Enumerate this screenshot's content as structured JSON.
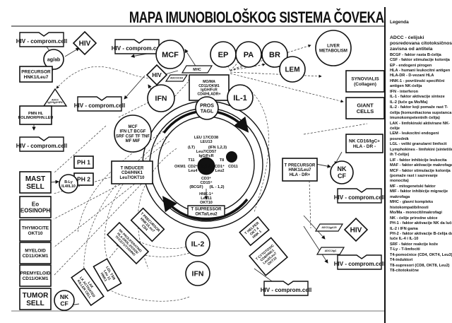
{
  "title": "MAPA IMUNOBIOLOŠKOG SISTEMA ČOVEKA",
  "legend": {
    "title": "Legenda",
    "items": [
      "ADCC - ćelijski posredovana citotoksičnost zavisna od antitela",
      "BCGF - faktor rasta B-ćelija",
      "CSF - faktor stimulacije kolonija",
      "EP - endogeni pirogen",
      "HLA - humani leukocitni antigen",
      "HLA-DR - D-vezani HLA",
      "HNK-1 - površinski specifični antigen NK-ćelija",
      "IFN - interferon",
      "IL-1 - faktor aktivacije sinteze",
      "IL-2 (luče ga Mo/Ma)",
      "IL-2 - faktor koji pomaže rast T-ćelija (komunikaciona supstanca imunokompetentnih ćelija)",
      "LAK - limfokinski aktivirane NK-ćelije",
      "LEM - leukocitni endogeni posrednik",
      "LGL - veliki granularni limfocit",
      "Lymphokines - limfokini (sintetišu ih T-ćelije)",
      "LIF - faktor inhibicije leukocita",
      "MAF - faktor aktivacije makrofaga",
      "MCF - faktor stimulacije kolonija (pomaže rast i sazrevanje monocita)",
      "MF - mitogenetski faktor",
      "MIF - faktor inhibicije migracije makrofaga",
      "MHC - glavni kompleks histokompatibilnosti",
      "Mo/Ma - monociti/makrofagi",
      "NK - ćelije prirodne ubice",
      "PH-1 - faktor aktivacije NK da luče IL-2 i IFN gama",
      "PH-2 - faktor aktivacije B-ćelija da luče IL-4 i IL-10",
      "SRF - faktor reakcije kože",
      "T-Ly - T-limfociti",
      "T4-pomoćnice (CD4, OKT4, Leu3)",
      "T4-induktori",
      "T8-supresori (CD8, OKT8, Leu2)",
      "T8-citotoksične"
    ]
  },
  "nodes": {
    "hiv_comp": "HIV - comprom.cell",
    "hiv": "HIV",
    "agab": "ag/ab",
    "precursor": [
      "PRECURSOR",
      "HNK1/Leu7"
    ],
    "adcc_tri": [
      "ADCC",
      "IgG+IgA+IFN"
    ],
    "pmn": [
      "PMN HL",
      "POLIMORPHN.LEU"
    ],
    "mast": [
      "MAST",
      "SELL"
    ],
    "eo": [
      "Eo",
      "EOSINOPH"
    ],
    "thymocite": [
      "THYMOCITE",
      "OKT10"
    ],
    "myeloid": [
      "MYELOID",
      "CD11/OKM1"
    ],
    "premyeloid": [
      "PREMYELOID",
      "CD11/OKM1"
    ],
    "tumor": [
      "TUMOR",
      "SELL"
    ],
    "nkcf": [
      "NK",
      "CF"
    ],
    "mcf": "MCF",
    "ep": "EP",
    "pa": "PA",
    "br": "BR",
    "lem": "LEM",
    "liver": [
      "LIVER",
      "METABOLISM"
    ],
    "synovialis": [
      "SYNOVIALIS",
      "(Collagen)"
    ],
    "giant": [
      "GIANT",
      "CELLS"
    ],
    "mhc": "MHC",
    "adcc_cd4": "ADCC/CD4",
    "moma": [
      "MO/MA",
      "CD11/OKM1",
      "IgGH/FcR",
      "CD4/HLADR+"
    ],
    "ifn": "IFN",
    "il1": "IL-1",
    "prostagl": [
      "PROS",
      "TAGL"
    ],
    "lymphokines": [
      "MCF",
      "IFN LT BCGF",
      "SRF CSF TF TNF",
      "MF MIF"
    ],
    "ph1": "PH 1",
    "ph2": "PH 2",
    "bly": [
      "B-Ly",
      "IL4/IL10"
    ],
    "tinducer": [
      "T INDUCER",
      "CD4/HNK1",
      "Leu7/OKT10"
    ],
    "nkcd16": [
      "NK CD16/IgC+",
      "HLA - DR -"
    ],
    "tprecursor": [
      "T PRECURSOR",
      "HNK1/Leu7",
      "HLA - DR+"
    ],
    "tsupressor": [
      "T SUPRESSOR",
      "OKTa/Leu2"
    ],
    "il2": "IL-2",
    "ifn2": "IFN",
    "ifn_il2": [
      "IFN",
      "IL-2"
    ],
    "nk": "NK",
    "nk_markers": {
      "top": [
        "LEU 17/CD38",
        "LEU13",
        "(IFN 1,2,3)",
        "(LT)",
        "Leu7/CD57",
        "IgG/FcR",
        "T11",
        "T8"
      ],
      "left": [
        "OKM1",
        "CD2⁺",
        "Leu4"
      ],
      "right": [
        "CD1⁺",
        "CD11",
        "Leu2"
      ],
      "bottom": [
        "CD3⁺",
        "CD15⁺",
        "(BCGF)",
        "(IL - 1,2)",
        "HNK-1⁺",
        "Leu11",
        "OKT10"
      ]
    },
    "thelper": [
      "T HELPER",
      "OKT 4",
      "HNK 1"
    ],
    "tcytotoxic": [
      "T CYTOTOXIC",
      "CD8/HNK1",
      "Leu2/Leu7",
      "OKT10"
    ],
    "tprec_cd4": [
      "T PRECURSOR",
      "HNK1/Leu7",
      "CD4"
    ],
    "nkprolif": [
      "NK PROLIFERATING",
      "HLA-DR/IL-2/CD25/",
      "TF/CD71/T10/HNO"
    ],
    "lgl": [
      "LGL T3/8",
      "Leu 11",
      "HNK1"
    ],
    "lak": [
      "LAK",
      "LK ACTIVATED",
      "KILLER CELL"
    ],
    "adcc_gp120": "ADCC/gp120",
    "adcc_igc": "ADCC/IgC"
  }
}
